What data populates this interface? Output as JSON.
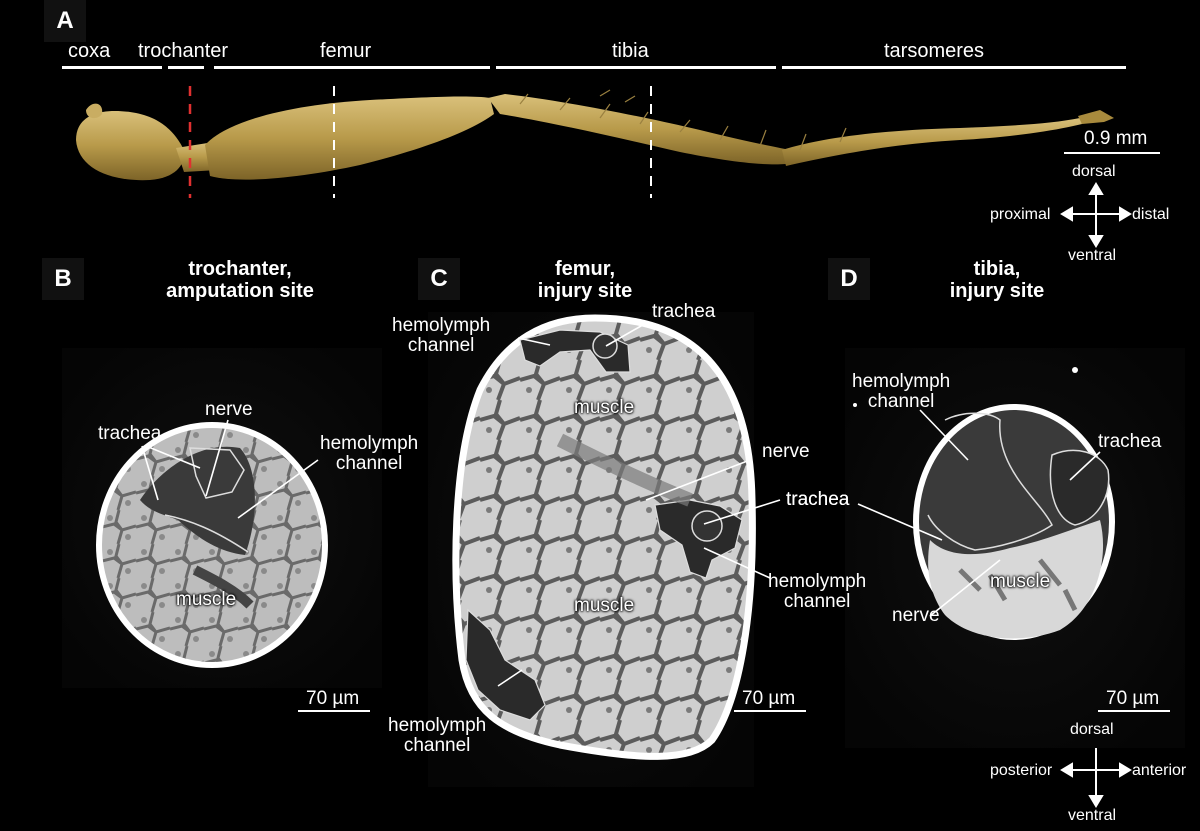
{
  "panel_letters": {
    "a": "A",
    "b": "B",
    "c": "C",
    "d": "D"
  },
  "segments": {
    "coxa": "coxa",
    "trochanter": "trochanter",
    "femur": "femur",
    "tibia": "tibia",
    "tarsomeres": "tarsomeres"
  },
  "scale_top": "0.9 mm",
  "axes_top": {
    "dorsal": "dorsal",
    "ventral": "ventral",
    "proximal": "proximal",
    "distal": "distal"
  },
  "panel_b": {
    "title_line1": "trochanter,",
    "title_line2": "amputation site",
    "trachea": "trachea",
    "nerve": "nerve",
    "hemolymph_line1": "hemolymph",
    "hemolymph_line2": "channel",
    "muscle": "muscle",
    "scale": "70 µm"
  },
  "panel_c": {
    "title_line1": "femur,",
    "title_line2": "injury site",
    "hemolymph_top_line1": "hemolymph",
    "hemolymph_top_line2": "channel",
    "trachea_top": "trachea",
    "muscle_top": "muscle",
    "nerve": "nerve",
    "trachea_right": "trachea",
    "hemolymph_right_line1": "hemolymph",
    "hemolymph_right_line2": "channel",
    "muscle_bottom": "muscle",
    "hemolymph_bottom_line1": "hemolymph",
    "hemolymph_bottom_line2": "channel",
    "scale": "70 µm"
  },
  "panel_d": {
    "title_line1": "tibia,",
    "title_line2": "injury site",
    "hemolymph_line1": "hemolymph",
    "hemolymph_line2": "channel",
    "trachea_right": "trachea",
    "trachea_left": "trachea",
    "muscle": "muscle",
    "nerve": "nerve",
    "scale": "70 µm"
  },
  "axes_bottom": {
    "dorsal": "dorsal",
    "ventral": "ventral",
    "posterior": "posterior",
    "anterior": "anterior"
  },
  "colors": {
    "leg": "#b89a4a",
    "amputation_marker": "#e03030",
    "tissue": "#c8c8c8",
    "dark_tissue": "#3a3a3a"
  }
}
